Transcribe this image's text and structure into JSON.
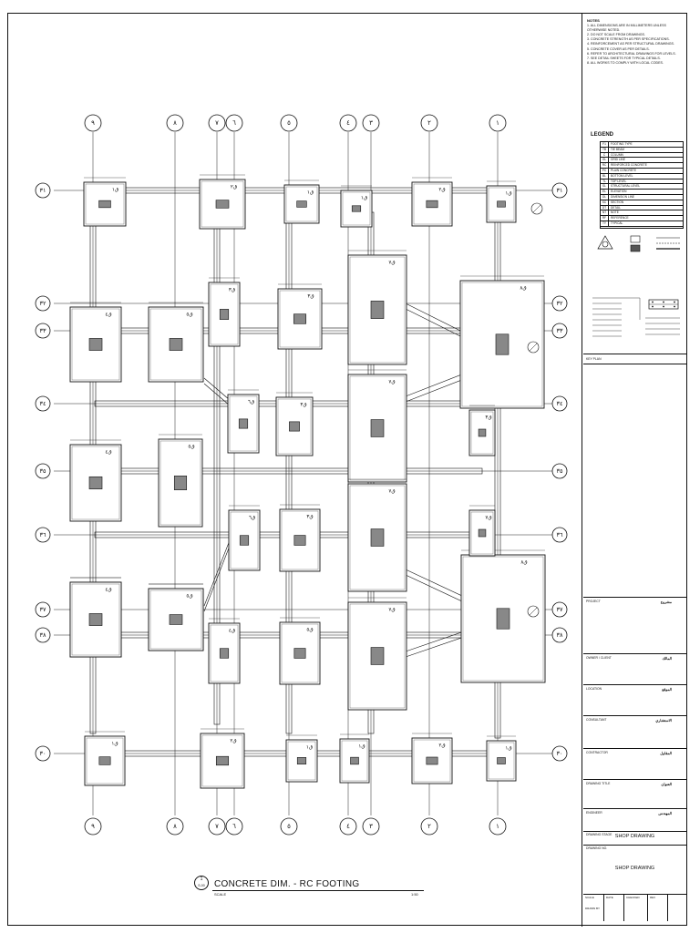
{
  "sheet": {
    "plan": {
      "title": "CONCRETE DIM. - RC FOOTING",
      "scale_label": "SCALE",
      "scale_value": "1:50",
      "callout_number": "1",
      "callout_sheet": "S-00",
      "grid_columns_top": [
        "٩",
        "٨",
        "٧",
        "٦",
        "٥",
        "٤",
        "٣",
        "٢",
        "١"
      ],
      "grid_columns_bottom": [
        "٩",
        "٨",
        "٧",
        "٦",
        "٥",
        "٤",
        "٣",
        "٢",
        "١"
      ],
      "grid_rows": [
        "٣١",
        "٣٢",
        "٣٣",
        "٣٤",
        "٣٥",
        "٣٦",
        "٣٧",
        "٣٨",
        "٣٠"
      ],
      "footings": [
        {
          "label": "ق١"
        },
        {
          "label": "ق٢"
        },
        {
          "label": "ق١"
        },
        {
          "label": "ق١"
        },
        {
          "label": "ق٢"
        },
        {
          "label": "ق١"
        },
        {
          "label": "ق٤"
        },
        {
          "label": "ق٥"
        },
        {
          "label": "ق٣"
        },
        {
          "label": "ق٣"
        },
        {
          "label": "ق٧"
        },
        {
          "label": "ق٨"
        },
        {
          "label": "ق٤"
        },
        {
          "label": "ق٥"
        },
        {
          "label": "ق٦"
        },
        {
          "label": "ق٣"
        },
        {
          "label": "ق٧"
        },
        {
          "label": "ق٤"
        },
        {
          "label": "ق٥"
        },
        {
          "label": "ق٧"
        },
        {
          "label": "ق٤"
        },
        {
          "label": "ق٥"
        },
        {
          "label": "ق٦"
        },
        {
          "label": "ق٣"
        },
        {
          "label": "ق٧"
        },
        {
          "label": "ق٨"
        },
        {
          "label": "ق٤"
        },
        {
          "label": "ق٥"
        },
        {
          "label": "ق٣"
        },
        {
          "label": "ق٧"
        },
        {
          "label": "ق١"
        },
        {
          "label": "ق٢"
        },
        {
          "label": "ق١"
        },
        {
          "label": "ق١"
        },
        {
          "label": "ق٢"
        },
        {
          "label": "ق١"
        }
      ]
    }
  },
  "title_block": {
    "notes_title": "NOTES",
    "notes": [
      "1. ALL DIMENSIONS ARE IN MILLIMETERS UNLESS OTHERWISE NOTED.",
      "2. DO NOT SCALE FROM DRAWINGS.",
      "3. CONCRETE STRENGTH AS PER SPECIFICATIONS.",
      "4. REINFORCEMENT AS PER STRUCTURAL DRAWINGS.",
      "5. CONCRETE COVER AS PER DETAILS.",
      "6. REFER TO ARCHITECTURAL DRAWINGS FOR LEVELS.",
      "7. SEE DETAIL SHEETS FOR TYPICAL DETAILS.",
      "8. ALL WORKS TO COMPLY WITH LOCAL CODES."
    ],
    "legend_title": "LEGEND",
    "legend_rows": [
      {
        "code": "F1",
        "desc": "FOOTING TYPE"
      },
      {
        "code": "TB",
        "desc": "TIE BEAM"
      },
      {
        "code": "C",
        "desc": "COLUMN"
      },
      {
        "code": "GL",
        "desc": "GRID LINE"
      },
      {
        "code": "RC",
        "desc": "REINFORCED CONCRETE"
      },
      {
        "code": "PC",
        "desc": "PLAIN CONCRETE"
      },
      {
        "code": "BL",
        "desc": "BOTTOM LEVEL"
      },
      {
        "code": "TL",
        "desc": "TOP LEVEL"
      },
      {
        "code": "SL",
        "desc": "STRUCTURAL LEVEL"
      },
      {
        "code": "EL",
        "desc": "ELEVATION"
      },
      {
        "code": "DL",
        "desc": "DIMENSION LINE"
      },
      {
        "code": "SC",
        "desc": "SECTION"
      },
      {
        "code": "DT",
        "desc": "DETAIL"
      },
      {
        "code": "NT",
        "desc": "NOTE"
      },
      {
        "code": "RF",
        "desc": "REFERENCE"
      },
      {
        "code": "TY",
        "desc": "TYPICAL"
      }
    ],
    "key_plan_label": "KEY PLAN",
    "fields": [
      {
        "label": "PROJECT",
        "value": "مشروع"
      },
      {
        "label": "OWNER / CLIENT",
        "value": "المالك"
      },
      {
        "label": "LOCATION",
        "value": "الموقع"
      },
      {
        "label": "CONSULTANT",
        "value": "الاستشاري"
      },
      {
        "label": "CONTRACTOR",
        "value": "المقاول"
      },
      {
        "label": "DRAWING TITLE",
        "value": "العنوان"
      },
      {
        "label": "ENGINEER",
        "value": "المهندس"
      }
    ],
    "stage_label": "DRAWING STAGE",
    "stage_value": "SHOP DRAWING",
    "drawing_no_label": "DRAWING NO.",
    "drawing_no_value": "SHOP DRAWING",
    "footer": {
      "scale_label": "SCALE",
      "date_label": "DATE",
      "checked_label": "CHECKED",
      "rev_label": "REV",
      "drawn_label": "DRAWN BY"
    }
  }
}
